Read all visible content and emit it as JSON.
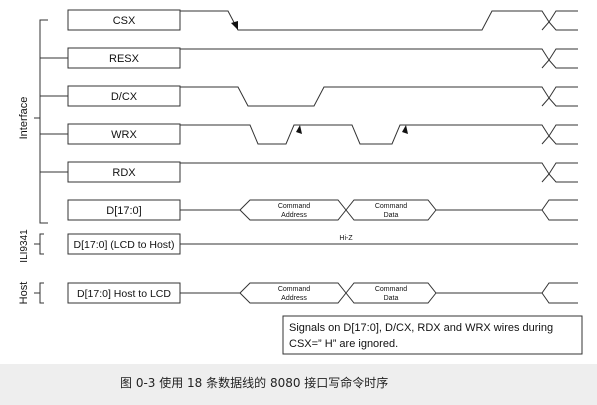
{
  "groups": {
    "interface": "Interface",
    "ili9341": "ILI9341",
    "host": "Host"
  },
  "signals": {
    "csx": "CSX",
    "resx": "RESX",
    "dcx": "D/CX",
    "wrx": "WRX",
    "rdx": "RDX",
    "d17": "D[17:0]",
    "lcd_to_host": "D[17:0] (LCD to Host)",
    "host_to_lcd": "D[17:0] Host to LCD"
  },
  "bus_labels": {
    "command": "Command",
    "address": "Address",
    "data": "Data",
    "hiz": "Hi-Z"
  },
  "note": {
    "line1": "Signals on D[17:0], D/CX, RDX and WRX wires during",
    "line2": "CSX=” H”   are ignored."
  },
  "caption": "图 0-3 使用 18 条数据线的 8080 接口写命令时序"
}
